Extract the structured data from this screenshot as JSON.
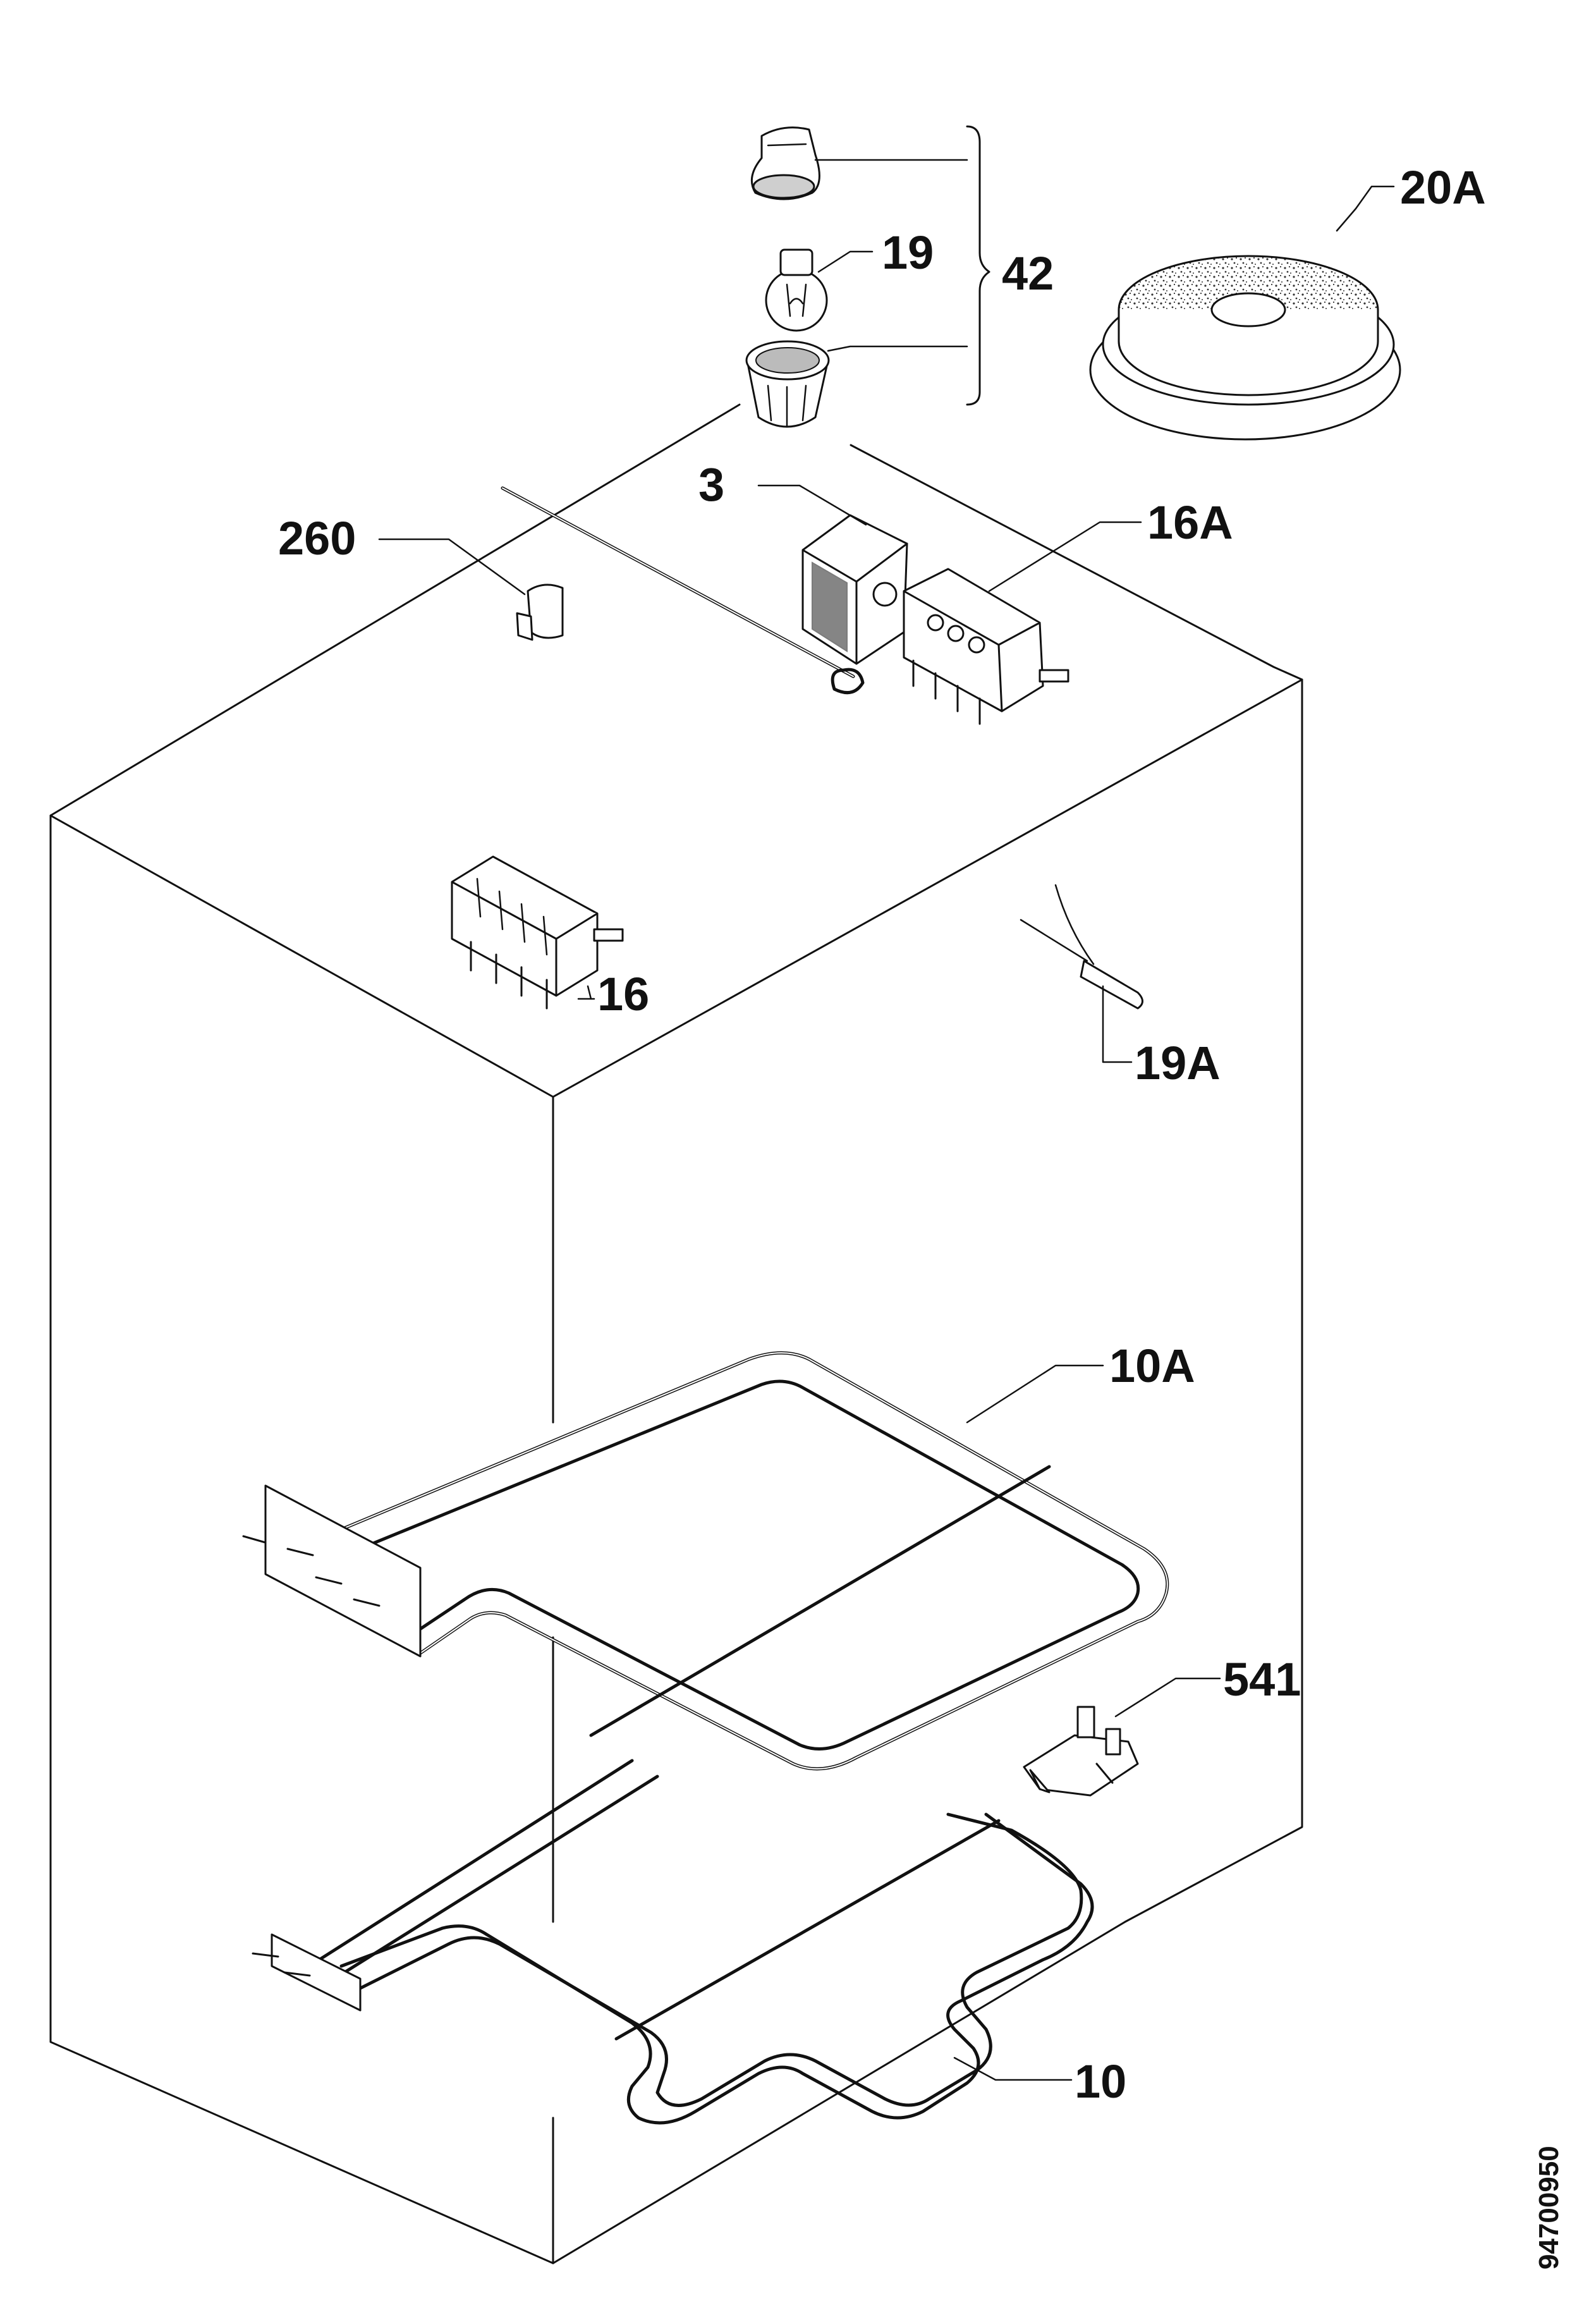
{
  "labels": {
    "p20A": "20A",
    "p19": "19",
    "p42": "42",
    "p3": "3",
    "p260": "260",
    "p16A": "16A",
    "p16": "16",
    "p19A": "19A",
    "p10A": "10A",
    "p541": "541",
    "p10": "10"
  },
  "drawing_number": "94700950"
}
